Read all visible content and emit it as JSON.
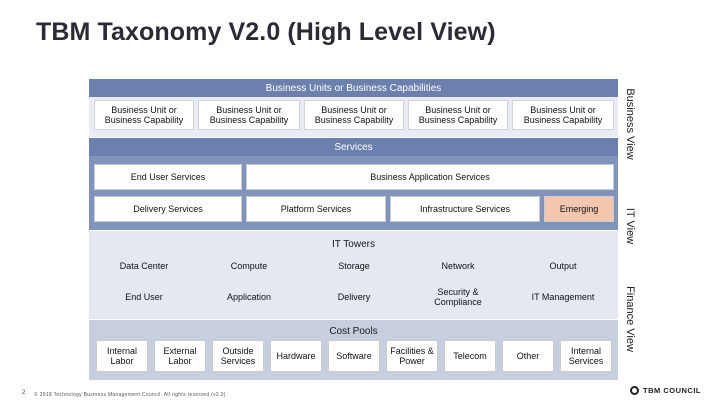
{
  "title": "TBM Taxonomy V2.0 (High Level View)",
  "business": {
    "header": "Business Units or Business Capabilities",
    "units": [
      "Business Unit or Business Capability",
      "Business Unit or Business Capability",
      "Business Unit or Business Capability",
      "Business Unit or Business Capability",
      "Business Unit or Business Capability"
    ],
    "side_label": "Business View"
  },
  "services": {
    "header": "Services",
    "end_user": "End User Services",
    "business_app": "Business Application Services",
    "delivery": "Delivery Services",
    "platform": "Platform Services",
    "infrastructure": "Infrastructure Services",
    "emerging": "Emerging",
    "side_label": "IT View"
  },
  "towers": {
    "header": "IT Towers",
    "row1": [
      "Data Center",
      "Compute",
      "Storage",
      "Network",
      "Output"
    ],
    "row2": [
      "End User",
      "Application",
      "Delivery",
      "Security & Compliance",
      "IT Management"
    ]
  },
  "cost_pools": {
    "header": "Cost Pools",
    "items": [
      "Internal Labor",
      "External Labor",
      "Outside Services",
      "Hardware",
      "Software",
      "Facilities & Power",
      "Telecom",
      "Other",
      "Internal Services"
    ],
    "side_label": "Finance View"
  },
  "footer": {
    "page": "2",
    "copyright": "© 2018 Technology Business Management Council. All rights reserved (v2.0)",
    "logo": "TBM COUNCIL"
  },
  "colors": {
    "dark_blue": "#6b80ad",
    "light_band": "#e9ecf2",
    "tower_blue": "#7f93bb",
    "tower_band": "#e4e8f0",
    "cost_band": "#c7cedd",
    "emerging": "#f4c6ae"
  }
}
